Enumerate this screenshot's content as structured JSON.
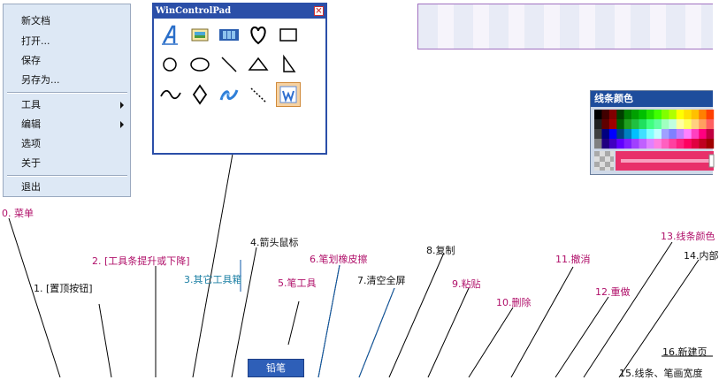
{
  "menu": {
    "items": [
      {
        "label": "新文档"
      },
      {
        "label": "打开..."
      },
      {
        "label": "保存"
      },
      {
        "label": "另存为..."
      },
      {
        "label": "工具",
        "submenu": true
      },
      {
        "label": "编辑",
        "submenu": true
      },
      {
        "label": "选项"
      },
      {
        "label": "关于"
      },
      {
        "label": "退出"
      }
    ]
  },
  "control_pad": {
    "title": "WinControlPad",
    "close_glyph": "×",
    "tools": [
      "text-tool-icon",
      "image-tool-icon",
      "filmstrip-tool-icon",
      "heart-tool-icon",
      "rectangle-tool-icon",
      "circle-tool-icon",
      "ellipse-tool-icon",
      "line-tool-icon",
      "triangle-tool-icon",
      "right-triangle-tool-icon",
      "curve-tool-icon",
      "diamond-tool-icon",
      "squiggle-tool-icon",
      "dashed-line-tool-icon",
      "w-marker-tool-icon"
    ]
  },
  "color_panel": {
    "title": "线条颜色",
    "colors": {
      "row1": [
        "#000000",
        "#400000",
        "#800000",
        "#004000",
        "#008000",
        "#00a000",
        "#00c000",
        "#20e000",
        "#40ff00",
        "#80ff00",
        "#b0ff00",
        "#ffff00",
        "#ffe000",
        "#ffc000",
        "#ff8000",
        "#ff4000"
      ],
      "row2": [
        "#202020",
        "#600000",
        "#a00000",
        "#006000",
        "#20a020",
        "#20c040",
        "#20e060",
        "#40ff80",
        "#60ffa0",
        "#a0ffc0",
        "#c0ffe0",
        "#ffffa0",
        "#ffff60",
        "#ffd080",
        "#ffa060",
        "#ff6060"
      ],
      "row3": [
        "#404040",
        "#000080",
        "#0000ff",
        "#004080",
        "#0080c0",
        "#00c0ff",
        "#40e0ff",
        "#80ffff",
        "#c0ffff",
        "#a0a0ff",
        "#8080ff",
        "#c080ff",
        "#ff80ff",
        "#ff40c0",
        "#ff0080",
        "#c00040"
      ],
      "row4": [
        "#808080",
        "#200080",
        "#4000c0",
        "#6000ff",
        "#8020ff",
        "#a040ff",
        "#c060ff",
        "#e080ff",
        "#ff80e0",
        "#ff60c0",
        "#ff40a0",
        "#ff2080",
        "#ff0060",
        "#e00040",
        "#c00020",
        "#a00000"
      ]
    },
    "slider_color": "#e8306a"
  },
  "pencil_button": "铅笔",
  "annotations": {
    "a0": "0. 菜单",
    "a1": "1. [置顶按钮]",
    "a2": "2. [工具条提升或下降]",
    "a3": "3.其它工具箱",
    "a4": "4.箭头鼠标",
    "a5": "5.笔工具",
    "a6": "6.笔划橡皮擦",
    "a7": "7.清空全屏",
    "a8": "8.复制",
    "a9": "9.粘贴",
    "a10": "10.删除",
    "a11": "11.撤消",
    "a12": "12.重做",
    "a13": "13.线条颜色",
    "a14": "14.内部",
    "a15": "15.线条、笔画宽度",
    "a16": "16.新建页"
  }
}
